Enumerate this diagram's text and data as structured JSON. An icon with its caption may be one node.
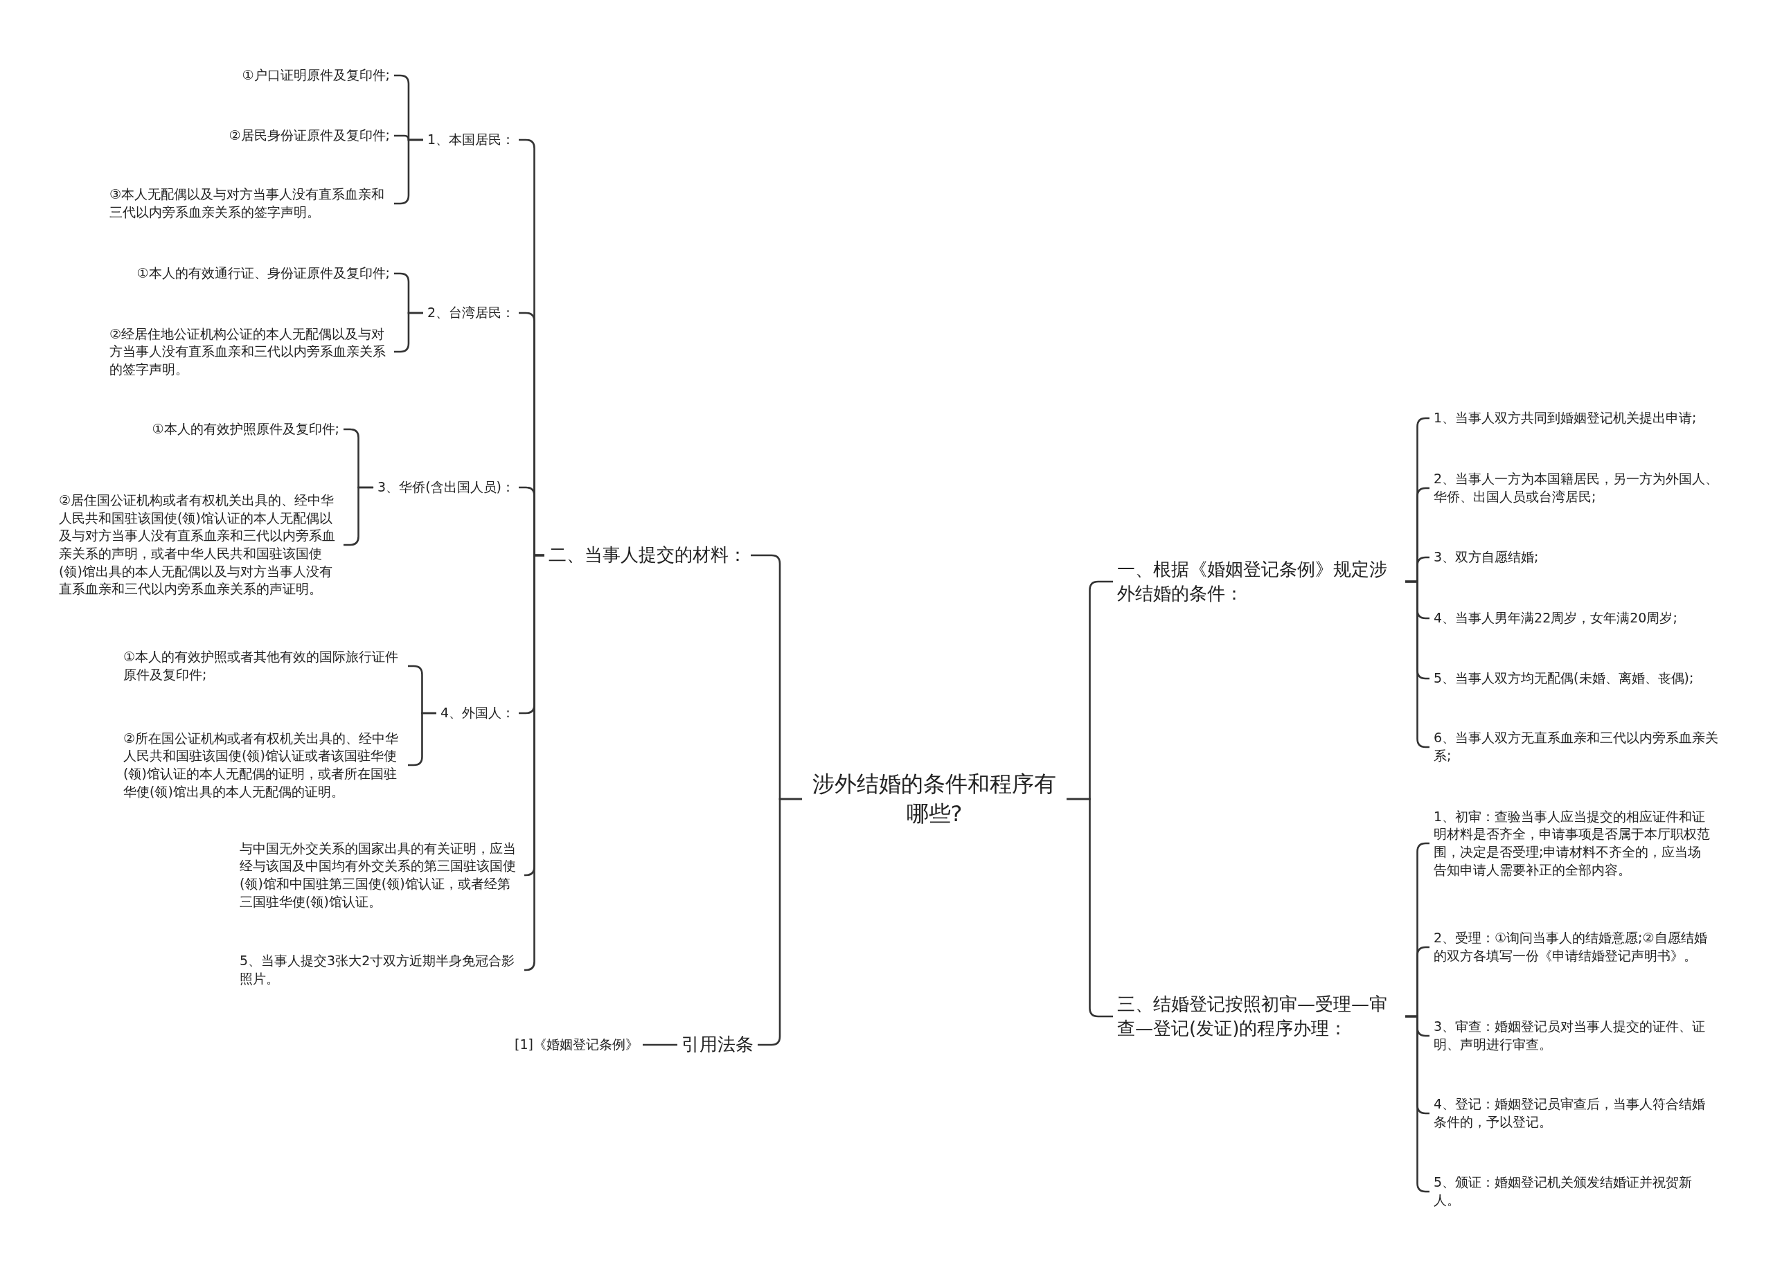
{
  "diagram": {
    "nodes": [
      {
        "text": [
          "涉外结婚的条件和程序有哪些?"
        ]
      },
      {
        "text": [
          "一、根据《婚姻登记条例》规定涉外结婚的条件："
        ]
      },
      {
        "text": [
          "1、当事人双方共同到婚姻登记机关提出申请;"
        ]
      },
      {
        "text": [
          "2、当事人一方为本国籍居民，另一方为外国人、华侨、出国人员或台湾居民;"
        ]
      },
      {
        "text": [
          "3、双方自愿结婚;"
        ]
      },
      {
        "text": [
          "4、当事人男年满22周岁，女年满20周岁;"
        ]
      },
      {
        "text": [
          "5、当事人双方均无配偶(未婚、离婚、丧偶);"
        ]
      },
      {
        "text": [
          "6、当事人双方无直系血亲和三代以内旁系血亲关系;"
        ]
      },
      {
        "text": [
          "三、结婚登记按照初审—受理—审查—登记(发证)的程序办理："
        ]
      },
      {
        "text": [
          "1、初审：查验当事人应当提交的相应证件和证明材料是否齐全，申请事项是否属于本厅职权范围，决定是否受理;申请材料不齐全的，应当场告知申请人需要补正的全部内容。"
        ]
      },
      {
        "text": [
          "2、受理：①询问当事人的结婚意愿;②自愿结婚的双方各填写一份《申请结婚登记声明书》。"
        ]
      },
      {
        "text": [
          "3、审查：婚姻登记员对当事人提交的证件、证明、声明进行审查。"
        ]
      },
      {
        "text": [
          "4、登记：婚姻登记员审查后，当事人符合结婚条件的，予以登记。"
        ]
      },
      {
        "text": [
          "5、颁证：婚姻登记机关颁发结婚证并祝贺新人。"
        ]
      },
      {
        "text": [
          "二、当事人提交的材料："
        ]
      },
      {
        "text": [
          "1、本国居民："
        ]
      },
      {
        "text": [
          "①户口证明原件及复印件;"
        ]
      },
      {
        "text": [
          "②居民身份证原件及复印件;"
        ]
      },
      {
        "text": [
          "③本人无配偶以及与对方当事人没有直系血亲和三代以内旁系血亲关系的签字声明。"
        ]
      },
      {
        "text": [
          "2、台湾居民："
        ]
      },
      {
        "text": [
          "①本人的有效通行证、身份证原件及复印件;"
        ]
      },
      {
        "text": [
          "②经居住地公证机构公证的本人无配偶以及与对方当事人没有直系血亲和三代以内旁系血亲关系的签字声明。"
        ]
      },
      {
        "text": [
          "3、华侨(含出国人员)："
        ]
      },
      {
        "text": [
          "①本人的有效护照原件及复印件;"
        ]
      },
      {
        "text": [
          "②居住国公证机构或者有权机关出具的、经中华人民共和国驻该国使(领)馆认证的本人无配偶以及与对方当事人没有直系血亲和三代以内旁系血亲关系的声明，或者中华人民共和国驻该国使(领)馆出具的本人无配偶以及与对方当事人没有直系血亲和三代以内旁系血亲关系的声证明。"
        ]
      },
      {
        "text": [
          "4、外国人："
        ]
      },
      {
        "text": [
          "①本人的有效护照或者其他有效的国际旅行证件原件及复印件;"
        ]
      },
      {
        "text": [
          "②所在国公证机构或者有权机关出具的、经中华人民共和国驻该国使(领)馆认证或者该国驻华使(领)馆认证的本人无配偶的证明，或者所在国驻华使(领)馆出具的本人无配偶的证明。"
        ]
      },
      {
        "text": [
          "与中国无外交关系的国家出具的有关证明，应当经与该国及中国均有外交关系的第三国驻该国使(领)馆和中国驻第三国使(领)馆认证，或者经第三国驻华使(领)馆认证。"
        ]
      },
      {
        "text": [
          "5、当事人提交3张大2寸双方近期半身免冠合影照片。"
        ]
      },
      {
        "text": [
          "引用法条"
        ]
      },
      {
        "text": [
          "[1]《婚姻登记条例》"
        ]
      }
    ],
    "edges": [
      {
        "from": 0,
        "to": 1,
        "arrow": "none"
      },
      {
        "from": 1,
        "to": 2,
        "arrow": "none"
      },
      {
        "from": 1,
        "to": 3,
        "arrow": "none"
      },
      {
        "from": 1,
        "to": 4,
        "arrow": "none"
      },
      {
        "from": 1,
        "to": 5,
        "arrow": "none"
      },
      {
        "from": 1,
        "to": 6,
        "arrow": "none"
      },
      {
        "from": 1,
        "to": 7,
        "arrow": "none"
      },
      {
        "from": 0,
        "to": 8,
        "arrow": "none"
      },
      {
        "from": 8,
        "to": 9,
        "arrow": "none"
      },
      {
        "from": 8,
        "to": 10,
        "arrow": "none"
      },
      {
        "from": 8,
        "to": 11,
        "arrow": "none"
      },
      {
        "from": 8,
        "to": 12,
        "arrow": "none"
      },
      {
        "from": 8,
        "to": 13,
        "arrow": "none"
      },
      {
        "from": 0,
        "to": 14,
        "arrow": "none"
      },
      {
        "from": 14,
        "to": 15,
        "arrow": "none"
      },
      {
        "from": 15,
        "to": 16,
        "arrow": "none"
      },
      {
        "from": 15,
        "to": 17,
        "arrow": "none"
      },
      {
        "from": 15,
        "to": 18,
        "arrow": "none"
      },
      {
        "from": 14,
        "to": 19,
        "arrow": "none"
      },
      {
        "from": 19,
        "to": 20,
        "arrow": "none"
      },
      {
        "from": 19,
        "to": 21,
        "arrow": "none"
      },
      {
        "from": 14,
        "to": 22,
        "arrow": "none"
      },
      {
        "from": 22,
        "to": 23,
        "arrow": "none"
      },
      {
        "from": 22,
        "to": 24,
        "arrow": "none"
      },
      {
        "from": 14,
        "to": 25,
        "arrow": "none"
      },
      {
        "from": 25,
        "to": 26,
        "arrow": "none"
      },
      {
        "from": 25,
        "to": 27,
        "arrow": "none"
      },
      {
        "from": 14,
        "to": 28,
        "arrow": "none"
      },
      {
        "from": 14,
        "to": 29,
        "arrow": "none"
      },
      {
        "from": 0,
        "to": 30,
        "arrow": "none"
      },
      {
        "from": 30,
        "to": 31,
        "arrow": "none"
      }
    ]
  }
}
